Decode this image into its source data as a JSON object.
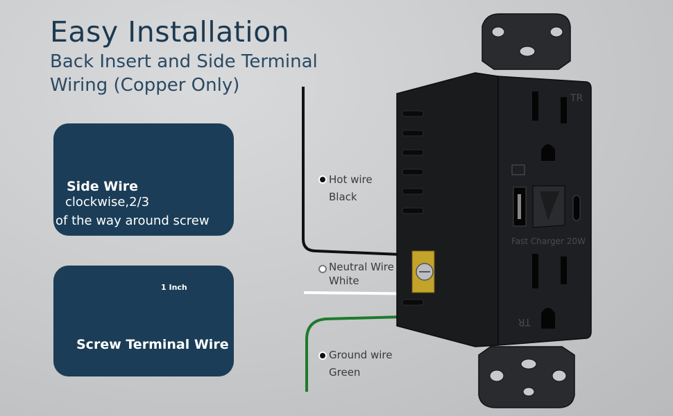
{
  "header": {
    "title": "Easy Installation",
    "subtitle_line1": "Back Insert and Side Terminal",
    "subtitle_line2": "Wiring (Copper Only)"
  },
  "side_wire_card": {
    "title": "Side Wire",
    "line1": "clockwise,2/3",
    "line2": "of the way around screw"
  },
  "screw_terminal_card": {
    "measure": "1 Inch",
    "title": "Screw Terminal Wire"
  },
  "wires": {
    "hot": {
      "name": "Hot wire",
      "color_name": "Black",
      "color": "#111111"
    },
    "neutral": {
      "name": "Neutral Wire",
      "color_name": "White",
      "color": "#ffffff"
    },
    "ground": {
      "name": "Ground wire",
      "color_name": "Green",
      "color": "#1f7a2c"
    }
  },
  "outlet": {
    "tr_top": "TR",
    "tr_bottom": "TR",
    "charger_label": "Fast Charger 20W"
  },
  "colors": {
    "card_bg": "#1b3d57",
    "title": "#1c3950",
    "outlet_body": "#1a1b1d",
    "copper": "#e6c9a0"
  }
}
